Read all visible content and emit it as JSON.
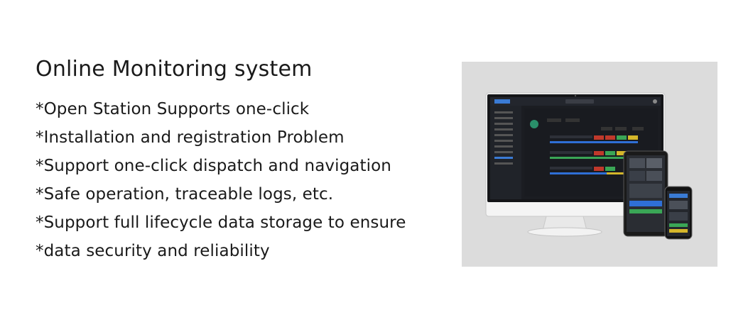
{
  "title": "Online Monitoring system",
  "features": [
    "*Open Station Supports one-click",
    "*Installation and registration Problem",
    "*Support one-click dispatch and navigation",
    "*Safe operation, traceable logs, etc.",
    "*Support full lifecycle data storage to ensure",
    "*data security and reliability"
  ],
  "product_image": {
    "description_icon": "monitor-tablet-phone-icon"
  },
  "colors": {
    "photo_background": "#dcdcdc",
    "screen_background": "#1b1d22",
    "accent_red": "#c0392b",
    "accent_green": "#3aa656",
    "accent_yellow": "#d4b62a",
    "accent_blue": "#2f6fd6"
  }
}
